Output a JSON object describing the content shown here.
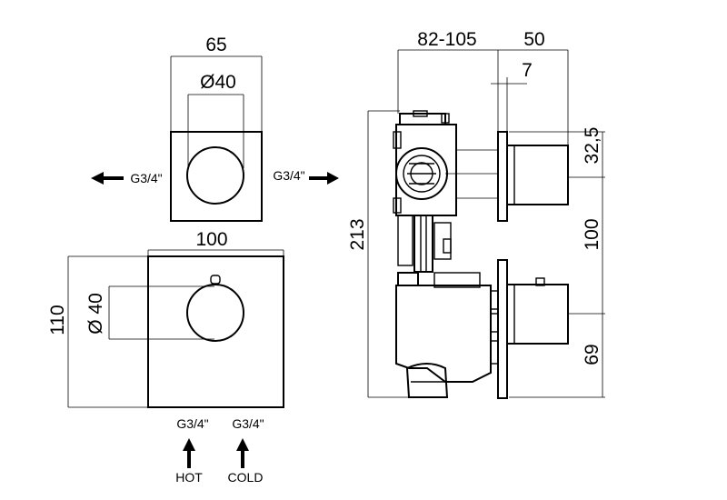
{
  "front_small": {
    "width_label": "65",
    "diameter_label": "Ø40",
    "left_connection": "G3/4\"",
    "right_connection": "G3/4\""
  },
  "front_large": {
    "width_label": "100",
    "height_label": "110",
    "diameter_label": "Ø 40",
    "hot_connection": "G3/4\"",
    "cold_connection": "G3/4\"",
    "hot_label": "HOT",
    "cold_label": "COLD"
  },
  "side": {
    "depth_label": "82-105",
    "projection_label": "50",
    "plate_label": "7",
    "offset_label": "32,5",
    "spacing_label": "100",
    "lower_label": "69",
    "height_label": "213"
  }
}
